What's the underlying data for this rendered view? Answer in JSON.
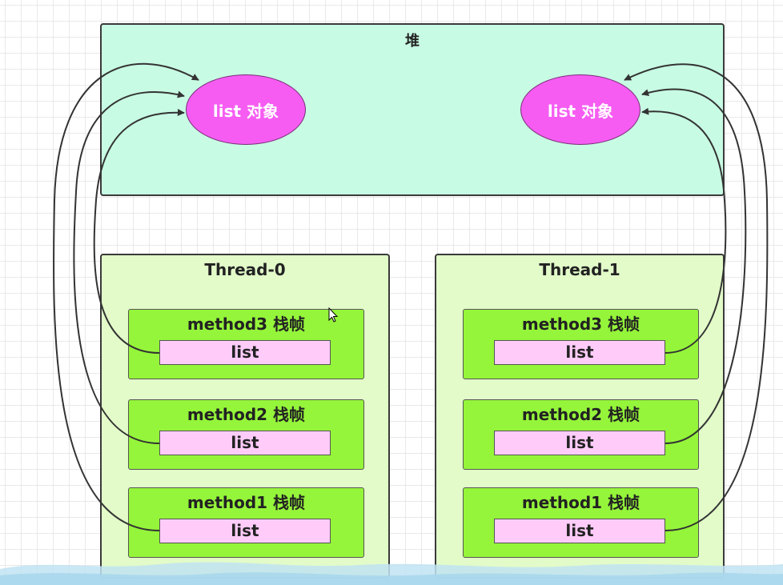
{
  "heap": {
    "title": "堆"
  },
  "objects": [
    {
      "label": "list 对象"
    },
    {
      "label": "list 对象"
    }
  ],
  "threads": [
    {
      "name": "Thread-0",
      "frames": [
        {
          "title": "method3 栈帧",
          "var": "list"
        },
        {
          "title": "method2 栈帧",
          "var": "list"
        },
        {
          "title": "method1 栈帧",
          "var": "list"
        }
      ]
    },
    {
      "name": "Thread-1",
      "frames": [
        {
          "title": "method3 栈帧",
          "var": "list"
        },
        {
          "title": "method2 栈帧",
          "var": "list"
        },
        {
          "title": "method1 栈帧",
          "var": "list"
        }
      ]
    }
  ],
  "colors": {
    "heap_fill": "#c8fbe4",
    "thread_fill": "#e2fbc9",
    "frame_fill": "#95f53a",
    "var_fill": "#ffccf9",
    "object_fill": "#f65cf2",
    "arrow": "#333333"
  }
}
